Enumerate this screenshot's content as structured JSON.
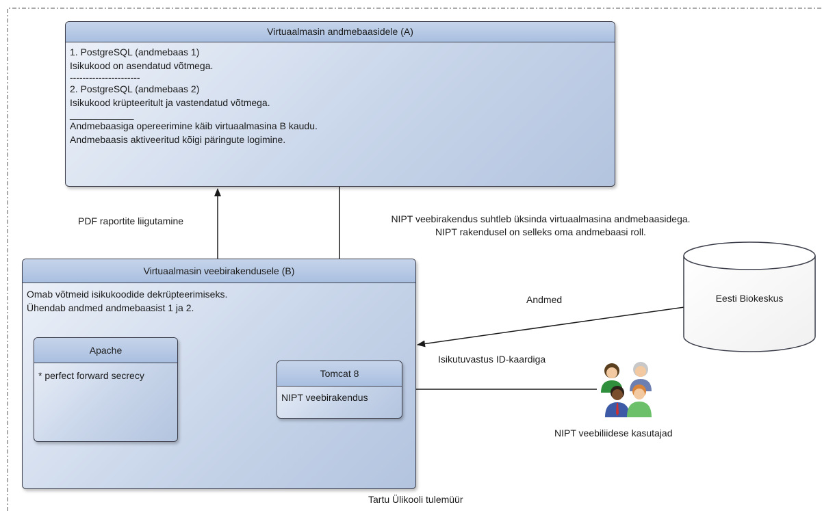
{
  "box_a": {
    "title": "Virtuaalmasin andmebaasidele (A)",
    "lines": [
      "1. PostgreSQL (andmebaas 1)",
      "Isikukood on asendatud võtmega.",
      "----------------------",
      "2. PostgreSQL (andmebaas 2)",
      "Isikukood krüpteeritult ja vastendatud võtmega.",
      "____________",
      "Andmebaasiga opereerimine käib virtuaalmasina B kaudu.",
      "Andmebaasis aktiveeritud kõigi päringute logimine."
    ]
  },
  "box_b": {
    "title": "Virtuaalmasin veebirakendusele (B)",
    "lines": [
      "Omab võtmeid isikukoodide dekrüpteerimiseks.",
      "Ühendab andmed andmebaasist 1 ja 2."
    ]
  },
  "apache": {
    "title": "Apache",
    "body": "* perfect forward secrecy"
  },
  "tomcat": {
    "title": "Tomcat 8",
    "body": "NIPT veebirakendus"
  },
  "database": {
    "label": "Eesti Biokeskus"
  },
  "labels": {
    "pdf_move": "PDF raportite liigutamine",
    "nipt_note_1": "NIPT veebirakendus suhtleb üksinda virtuaalmasina andmebaasidega.",
    "nipt_note_2": "NIPT rakendusel on selleks oma andmebaasi roll.",
    "andmed": "Andmed",
    "id_auth": "Isikutuvastus ID-kaardiga",
    "users": "NIPT veebiliidese kasutajad",
    "firewall": "Tartu Ülikooli tulemüür"
  },
  "colors": {
    "box_fill": "#c9d6ea",
    "header_fill": "#a9bfe0",
    "border": "#3b3e4a",
    "connector": "#1a1a1a"
  },
  "icons": [
    "users-group-icon",
    "database-cylinder-icon"
  ]
}
